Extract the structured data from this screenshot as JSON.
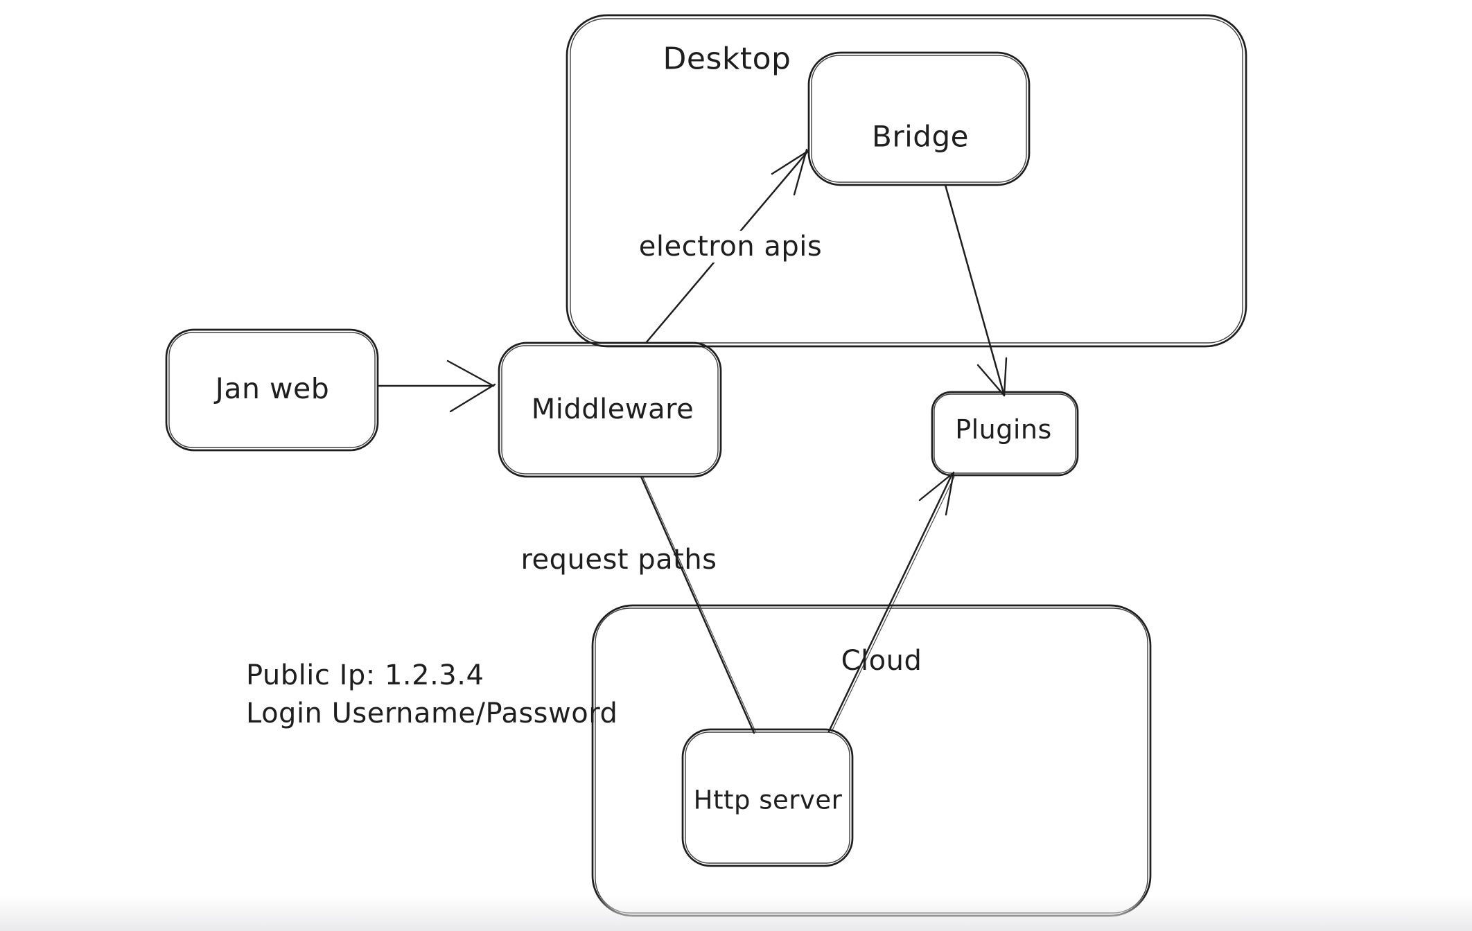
{
  "canvas": {
    "background": "#ffffff",
    "stroke_color": "#1e1e1e"
  },
  "containers": [
    {
      "id": "desktop",
      "label": "Desktop"
    },
    {
      "id": "cloud",
      "label": "Cloud"
    }
  ],
  "nodes": [
    {
      "id": "jan-web",
      "label": "Jan web"
    },
    {
      "id": "middleware",
      "label": "Middleware"
    },
    {
      "id": "bridge",
      "label": "Bridge"
    },
    {
      "id": "plugins",
      "label": "Plugins"
    },
    {
      "id": "http-server",
      "label": "Http server"
    }
  ],
  "edges": [
    {
      "from": "jan-web",
      "to": "middleware",
      "label": "",
      "arrowhead": true
    },
    {
      "from": "middleware",
      "to": "bridge",
      "label": "electron apis",
      "arrowhead": true
    },
    {
      "from": "bridge",
      "to": "plugins",
      "label": "",
      "arrowhead": true
    },
    {
      "from": "middleware",
      "to": "http-server",
      "label": "request paths",
      "arrowhead": false
    },
    {
      "from": "http-server",
      "to": "plugins",
      "label": "",
      "arrowhead": true
    }
  ],
  "annotations": {
    "public_ip_line1": "Public Ip: 1.2.3.4",
    "public_ip_line2": "Login Username/Password"
  }
}
